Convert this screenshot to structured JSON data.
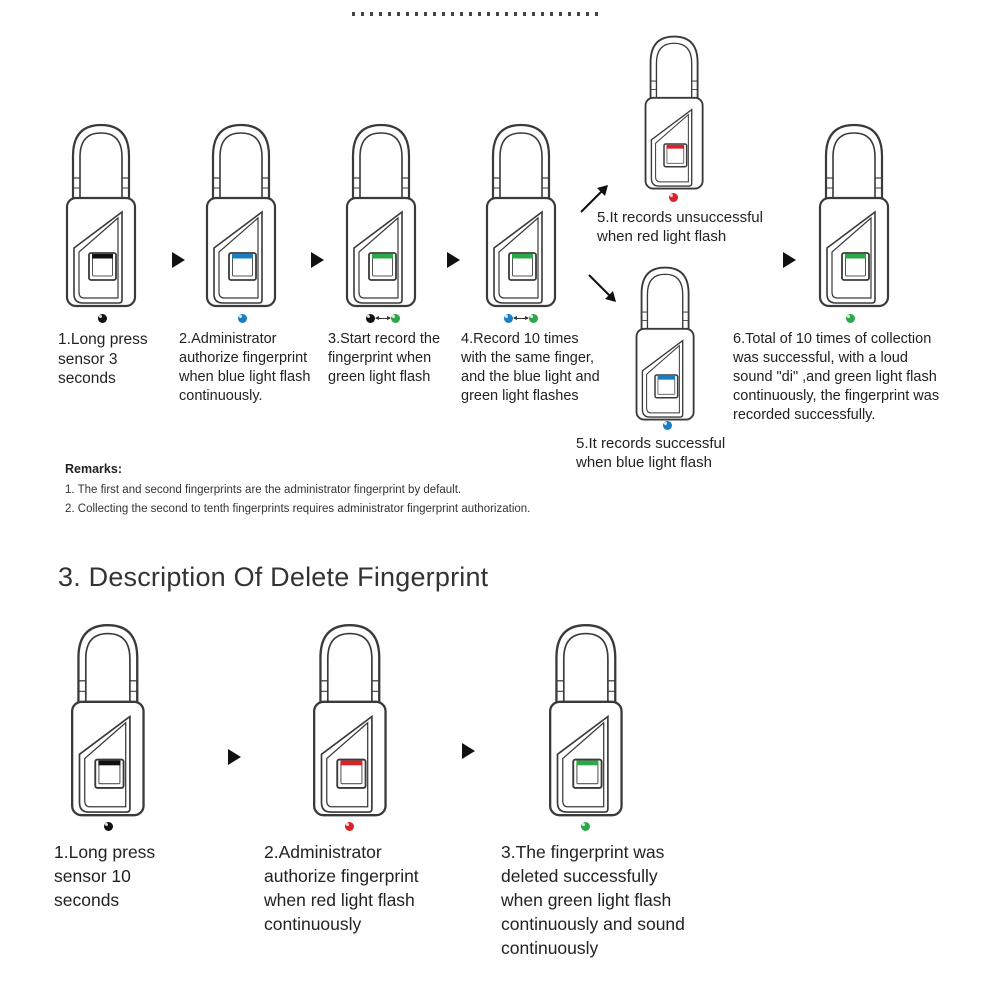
{
  "colors": {
    "black": "#111111",
    "blue": "#1a7fc0",
    "green": "#2aa84a",
    "red": "#d8232a"
  },
  "enroll": {
    "steps": [
      {
        "id": "e1",
        "caption": "1.Long press\nsensor 3\nseconds",
        "indicator": "black",
        "dots": [
          "black"
        ]
      },
      {
        "id": "e2",
        "caption": "2.Administrator\nauthorize fingerprint\nwhen blue light flash\ncontinuously.",
        "indicator": "blue",
        "dots": [
          "blue"
        ]
      },
      {
        "id": "e3",
        "caption": "3.Start record the\nfingerprint when\ngreen light flash",
        "indicator": "green",
        "dots": [
          "black",
          "green"
        ]
      },
      {
        "id": "e4",
        "caption": "4.Record 10 times\nwith the same finger,\nand the blue light and\ngreen light flashes",
        "indicator": "green",
        "dots": [
          "blue",
          "green"
        ]
      },
      {
        "id": "e5a",
        "caption": "5.It records unsuccessful\nwhen red light flash",
        "indicator": "red",
        "dots": [
          "red"
        ]
      },
      {
        "id": "e5b",
        "caption": "5.It records successful\nwhen blue light flash",
        "indicator": "blue",
        "dots": [
          "blue"
        ]
      },
      {
        "id": "e6",
        "caption": "6.Total of 10 times of collection\nwas successful, with a loud\nsound \"di\" ,and green light flash\ncontinuously, the fingerprint was\nrecorded successfully.",
        "indicator": "green",
        "dots": [
          "green"
        ]
      }
    ]
  },
  "remarks": {
    "title": "Remarks:",
    "items": [
      "1. The first and second fingerprints are the administrator fingerprint by default.",
      "2. Collecting the second to tenth fingerprints requires administrator fingerprint authorization."
    ]
  },
  "delete_section": {
    "title": "3. Description Of Delete Fingerprint",
    "steps": [
      {
        "id": "d1",
        "caption": "1.Long press\nsensor 10\nseconds",
        "indicator": "black",
        "dots": [
          "black"
        ]
      },
      {
        "id": "d2",
        "caption": "2.Administrator\nauthorize fingerprint\nwhen red light flash\ncontinuously",
        "indicator": "red",
        "dots": [
          "red"
        ]
      },
      {
        "id": "d3",
        "caption": "3.The fingerprint was\ndeleted successfully\nwhen green light flash\ncontinuously and sound\ncontinuously",
        "indicator": "green",
        "dots": [
          "green"
        ]
      }
    ]
  }
}
